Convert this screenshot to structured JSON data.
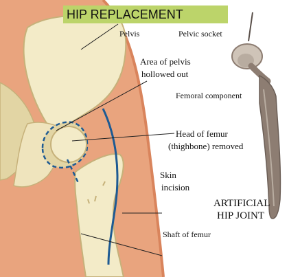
{
  "title": "HIP REPLACEMENT",
  "labels": {
    "pelvis": "Pelvis",
    "pelvic_socket": "Pelvic socket",
    "area_hollowed_1": "Area of pelvis",
    "area_hollowed_2": "hollowed out",
    "femoral_component": "Femoral component",
    "head_removed_1": "Head of femur",
    "head_removed_2": "(thighbone) removed",
    "skin_1": "Skin",
    "skin_2": "incision",
    "artificial_1": "ARTIFICIAL",
    "artificial_2": "HIP JOINT",
    "shaft": "Shaft of femur"
  },
  "colors": {
    "title_bar": "#bcd46a",
    "skin": "#e9a47e",
    "skin_dark": "#d9845c",
    "bone": "#f3ebc8",
    "bone_shade": "#e2d5a4",
    "bone_outline": "#c6b17a",
    "incision": "#1d5a93",
    "implant_metal": "#8d7d72",
    "implant_light": "#cfc4b8",
    "leader_line": "#222222"
  }
}
